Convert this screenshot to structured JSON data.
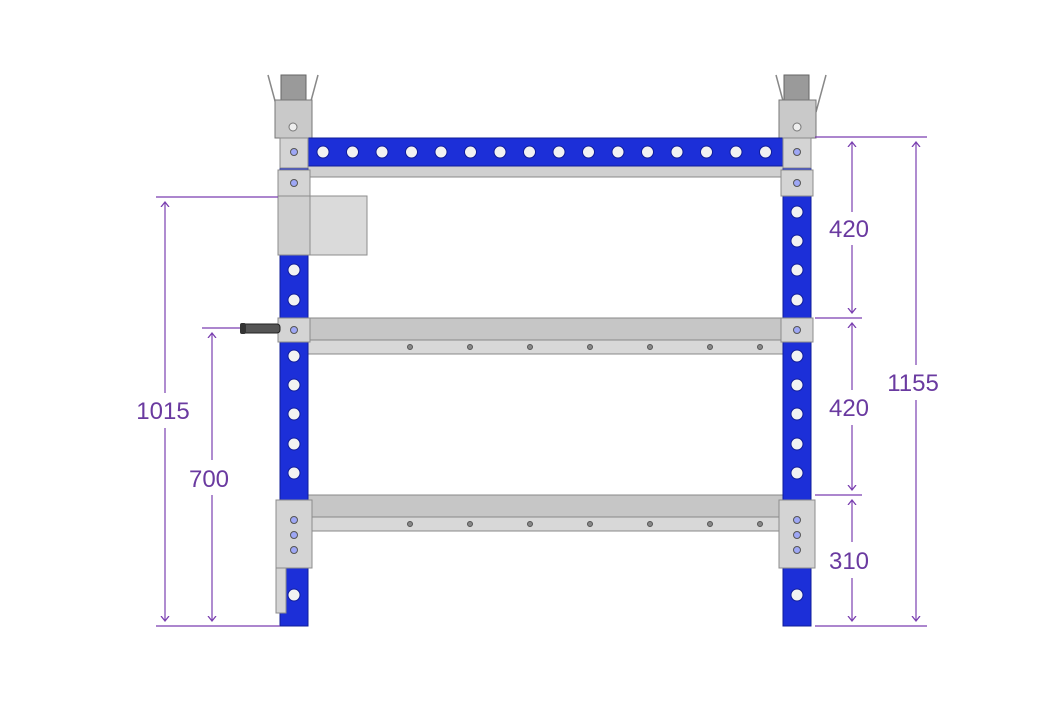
{
  "colors": {
    "frame_blue": "#1c2fd8",
    "frame_blue_dark": "#0f1c9a",
    "steel_gray": "#c2c2c2",
    "steel_gray_dark": "#8c8c8c",
    "dimension_purple": "#7a3fb0",
    "dim_text": "#6a3aa0",
    "hole_white": "#f2f2f2"
  },
  "dimensions": {
    "top_to_upper_shelf": "420",
    "upper_to_lower_shelf": "420",
    "lower_shelf_to_floor": "310",
    "overall_height": "1155",
    "plate_height": "1015",
    "handle_height": "700"
  }
}
